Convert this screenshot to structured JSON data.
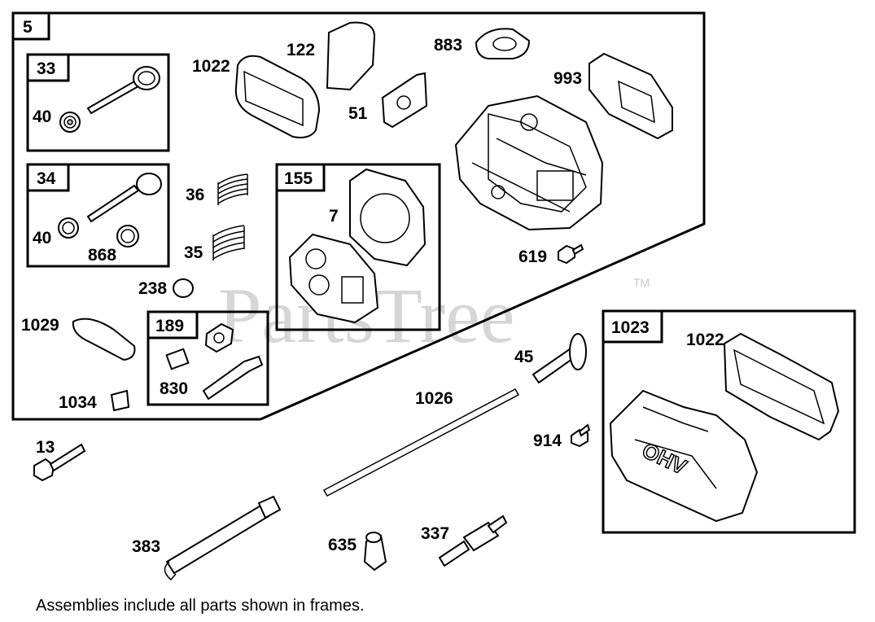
{
  "watermark": {
    "text": "PartsTree",
    "trademark": "TM"
  },
  "caption": "Assemblies include all parts shown in frames.",
  "frames": [
    {
      "id": "5"
    },
    {
      "id": "33"
    },
    {
      "id": "34"
    },
    {
      "id": "155"
    },
    {
      "id": "189"
    },
    {
      "id": "1023"
    }
  ],
  "parts": {
    "p40a": "40",
    "p40b": "40",
    "p868": "868",
    "p36": "36",
    "p35": "35",
    "p238": "238",
    "p1029": "1029",
    "p1034": "1034",
    "p830": "830",
    "p1022a": "1022",
    "p122": "122",
    "p51": "51",
    "p883": "883",
    "p993": "993",
    "p7": "7",
    "p619": "619",
    "p45": "45",
    "p1022b": "1022",
    "p1026": "1026",
    "p914": "914",
    "p13": "13",
    "p383": "383",
    "p635": "635",
    "p337": "337"
  }
}
